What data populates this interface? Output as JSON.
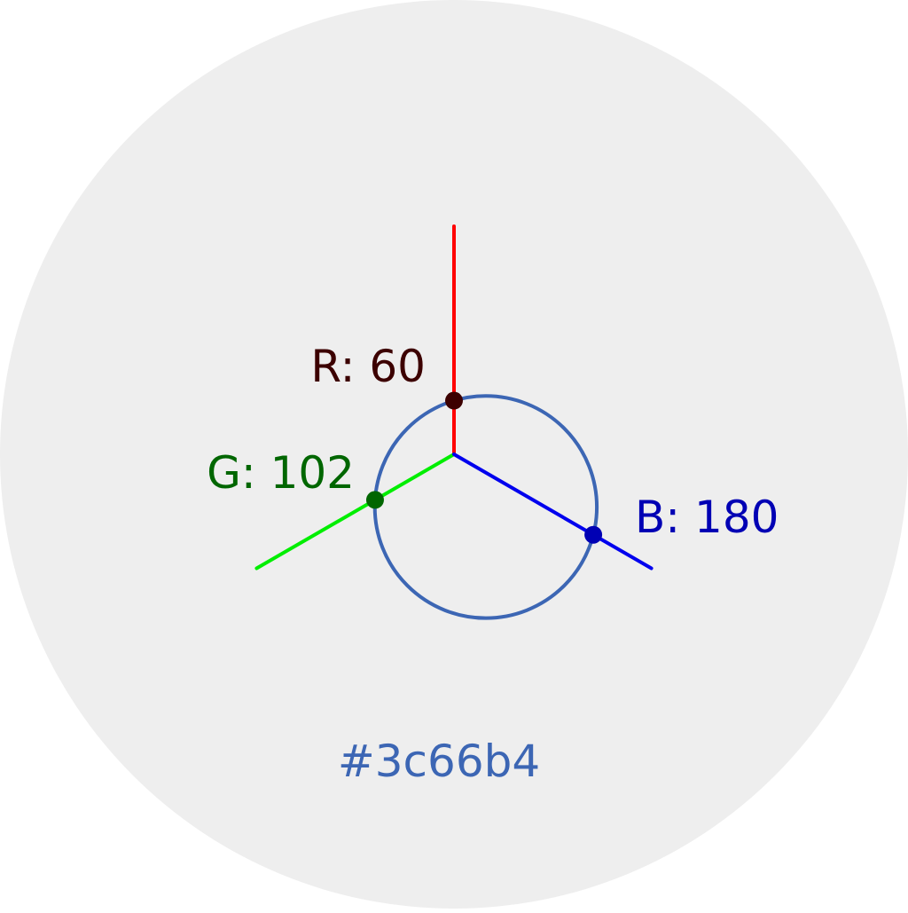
{
  "colors": {
    "background": "#eeeeee",
    "swatch": "#3c66b4",
    "red_axis": "#ff0000",
    "green_axis": "#00ee00",
    "blue_axis": "#0000ee",
    "red_marker": "#3c0000",
    "green_marker": "#006600",
    "blue_marker": "#0000b4"
  },
  "max_channel_value": 255,
  "channels": [
    {
      "key": "r",
      "label": "R: 60",
      "value": 60
    },
    {
      "key": "g",
      "label": "G: 102",
      "value": 102
    },
    {
      "key": "b",
      "label": "B: 180",
      "value": 180
    }
  ],
  "hex_label": "#3c66b4"
}
